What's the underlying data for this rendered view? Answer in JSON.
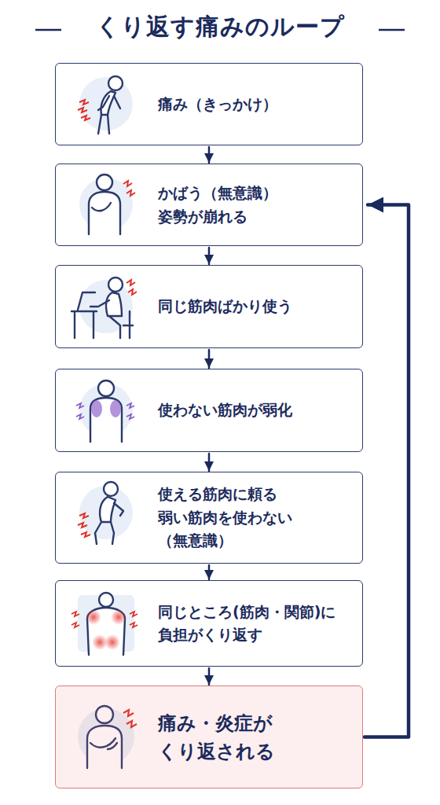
{
  "diagram": {
    "title": "くり返す痛みのループ",
    "nodes": [
      {
        "text": [
          "痛み（きっかけ）"
        ]
      },
      {
        "text": [
          "かばう（無意識） 姿勢が崩れる"
        ]
      },
      {
        "text": [
          "同じ筋肉ばかり使う"
        ]
      },
      {
        "text": [
          "使わない筋肉が弱化"
        ]
      },
      {
        "text": [
          "使える筋肉に頼る 弱い筋肉を使わない （無意識）"
        ]
      },
      {
        "text": [
          "同じところ(筋肉・関節)に 負担がくり返す"
        ]
      },
      {
        "text": [
          "痛み・炎症が くり返される"
        ]
      }
    ],
    "edges": [
      {
        "from": 0,
        "to": 1,
        "arrow": "to"
      },
      {
        "from": 1,
        "to": 2,
        "arrow": "to"
      },
      {
        "from": 2,
        "to": 3,
        "arrow": "to"
      },
      {
        "from": 3,
        "to": 4,
        "arrow": "to"
      },
      {
        "from": 4,
        "to": 5,
        "arrow": "to"
      },
      {
        "from": 5,
        "to": 6,
        "arrow": "to"
      },
      {
        "from": 6,
        "to": 1,
        "arrow": "to"
      }
    ]
  }
}
